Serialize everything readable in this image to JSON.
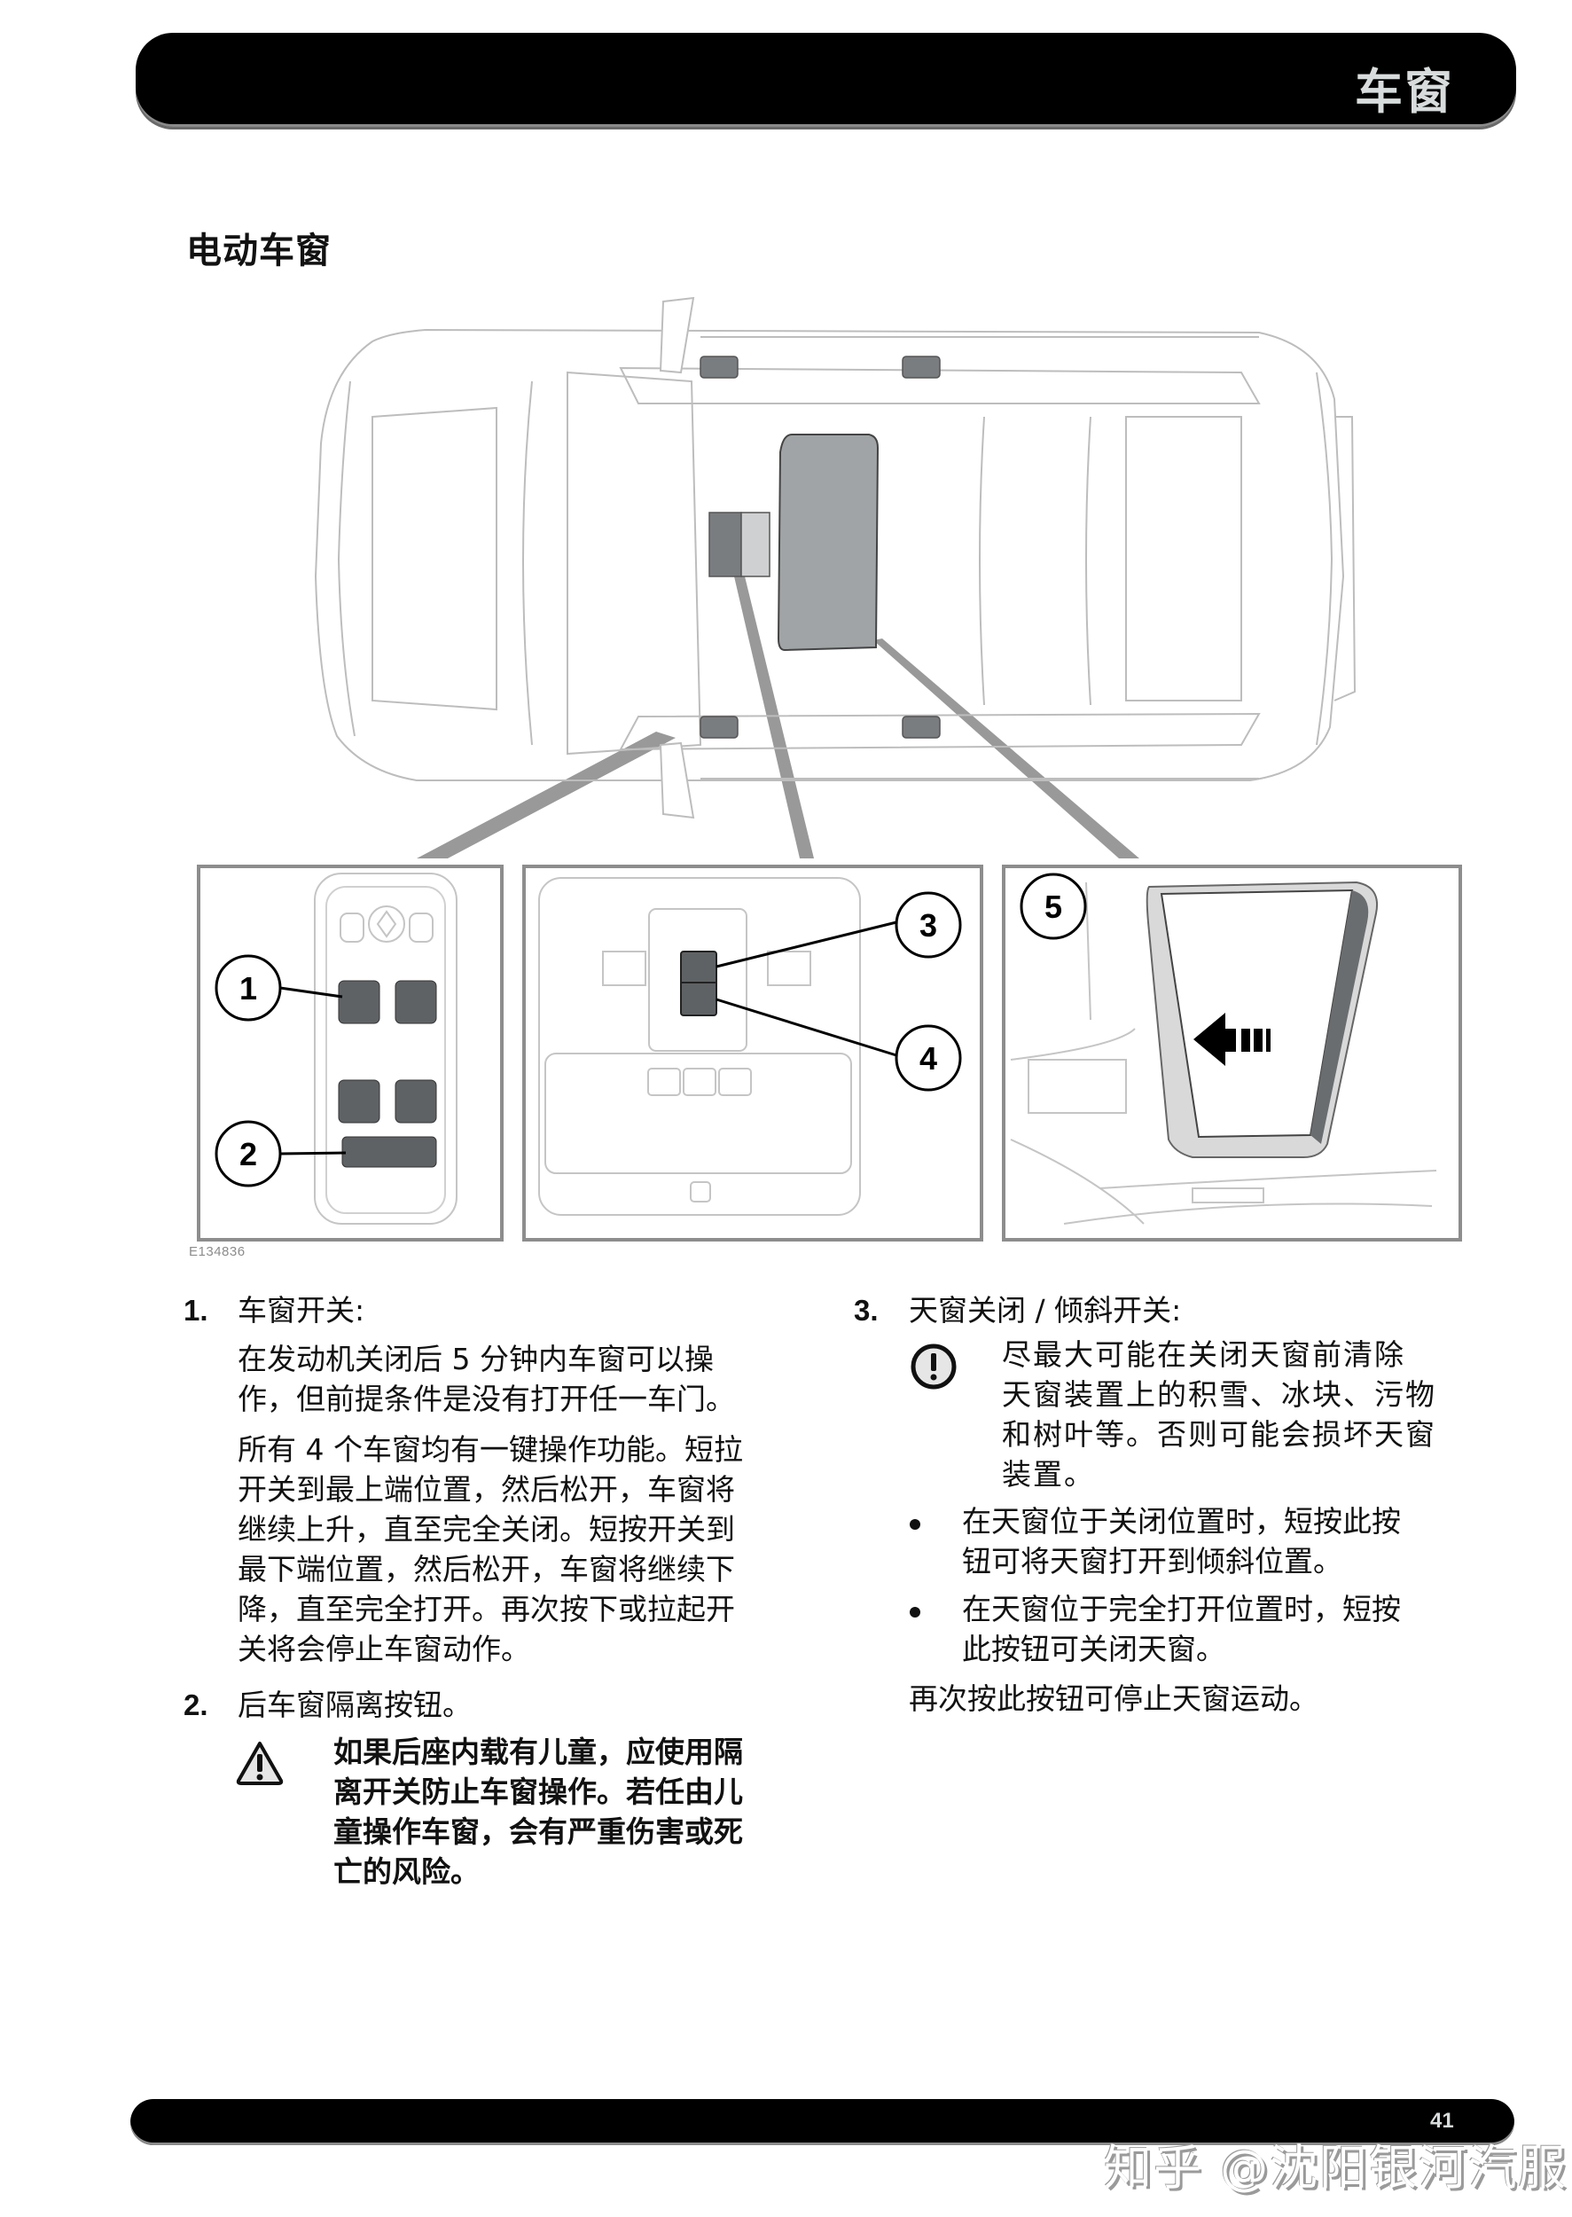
{
  "header": {
    "chapter_title": "车窗"
  },
  "section": {
    "title": "电动车窗"
  },
  "figure": {
    "code": "E134836",
    "callouts": [
      "1",
      "2",
      "3",
      "4",
      "5"
    ],
    "panels": [
      {
        "name": "door-window-switch-pack",
        "callouts": [
          "1",
          "2"
        ]
      },
      {
        "name": "overhead-console-sunroof-switch",
        "callouts": [
          "3",
          "4"
        ]
      },
      {
        "name": "sunroof-blind-view",
        "callouts": [
          "5"
        ]
      }
    ]
  },
  "items": {
    "item1": {
      "number": "1.",
      "title": "车窗开关:",
      "para1_lines": [
        "在发动机关闭后 5 分钟内车窗可以操",
        "作，但前提条件是没有打开任一车门。"
      ],
      "para2_lines": [
        "所有 4 个车窗均有一键操作功能。短拉",
        "开关到最上端位置，然后松开，车窗将",
        "继续上升，直至完全关闭。短按开关到",
        "最下端位置，然后松开，车窗将继续下",
        "降，直至完全打开。再次按下或拉起开",
        "关将会停止车窗动作。"
      ]
    },
    "item2": {
      "number": "2.",
      "title": "后车窗隔离按钮。",
      "warning_lines": [
        "如果后座内载有儿童，应使用隔",
        "离开关防止车窗操作。若任由儿",
        "童操作车窗，会有严重伤害或死",
        "亡的风险。"
      ]
    },
    "item3": {
      "number": "3.",
      "title": "天窗关闭 / 倾斜开关:",
      "caution_lines": [
        "尽最大可能在关闭天窗前清除",
        "天窗装置上的积雪、冰块、污物",
        "和树叶等。否则可能会损坏天窗",
        "装置。"
      ],
      "bullets": [
        {
          "lines": [
            "在天窗位于关闭位置时，短按此按",
            "钮可将天窗打开到倾斜位置。"
          ]
        },
        {
          "lines": [
            "在天窗位于完全打开位置时，短按",
            "此按钮可关闭天窗。"
          ]
        }
      ],
      "footer_text": "再次按此按钮可停止天窗运动。"
    }
  },
  "footer": {
    "page_number": "41",
    "watermark": "知乎 @沈阳银河汽服"
  },
  "colors": {
    "bar": "#000000",
    "bar_text": "#d8dcdc",
    "sunroof_highlight": "#a0a4a6",
    "switch_dark": "#5a5d60",
    "line_art": "#bdbdbd"
  }
}
